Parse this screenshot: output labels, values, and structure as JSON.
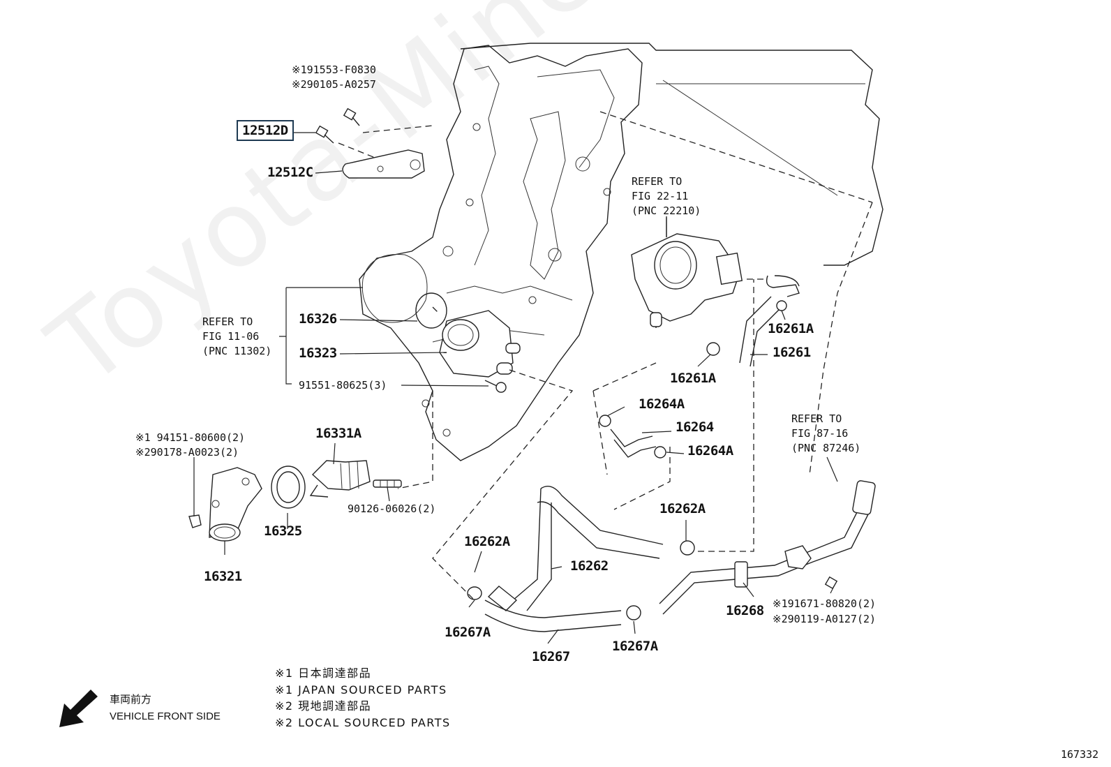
{
  "watermark": "Toyota-Mine.ru",
  "callouts": {
    "top_bolt_1": "※191553-F0830",
    "top_bolt_2": "※290105-A0257",
    "p12512D": "12512D",
    "p12512C": "12512C",
    "refer_throttle": "REFER TO\nFIG 22-11\n(PNC 22210)",
    "refer_timing": "REFER TO\nFIG 11-06\n(PNC 11302)",
    "p16326": "16326",
    "p16323": "16323",
    "p91551": "91551-80625(3)",
    "left_nut_1": "※1 94151-80600(2)",
    "left_nut_2": "※290178-A0023(2)",
    "p16331A": "16331A",
    "p90126": "90126-06026(2)",
    "p16325": "16325",
    "p16321": "16321",
    "p16261A_top": "16261A",
    "p16261": "16261",
    "p16261A_bottom": "16261A",
    "p16264A_top": "16264A",
    "p16264": "16264",
    "p16264A_bottom": "16264A",
    "refer_pipe": "REFER TO\nFIG 87-16\n(PNC 87246)",
    "p16262A_right": "16262A",
    "p16262A_left": "16262A",
    "p16262": "16262",
    "p16268": "16268",
    "right_bolt_1": "※191671-80820(2)",
    "right_bolt_2": "※290119-A0127(2)",
    "p16267A_left": "16267A",
    "p16267": "16267",
    "p16267A_right": "16267A"
  },
  "notes": {
    "line1": "※1 日本調達部品",
    "line2": "※1 JAPAN SOURCED PARTS",
    "line3": "※2 現地調達部品",
    "line4": "※2 LOCAL SOURCED PARTS"
  },
  "vehicle_front": {
    "jp": "車両前方",
    "en": "VEHICLE FRONT SIDE",
    "icon": "arrow-down-left-icon"
  },
  "figure_number": "167332",
  "colors": {
    "highlight_border": "#1e3a52",
    "line": "#222222",
    "watermark": "#f1f1f1"
  }
}
